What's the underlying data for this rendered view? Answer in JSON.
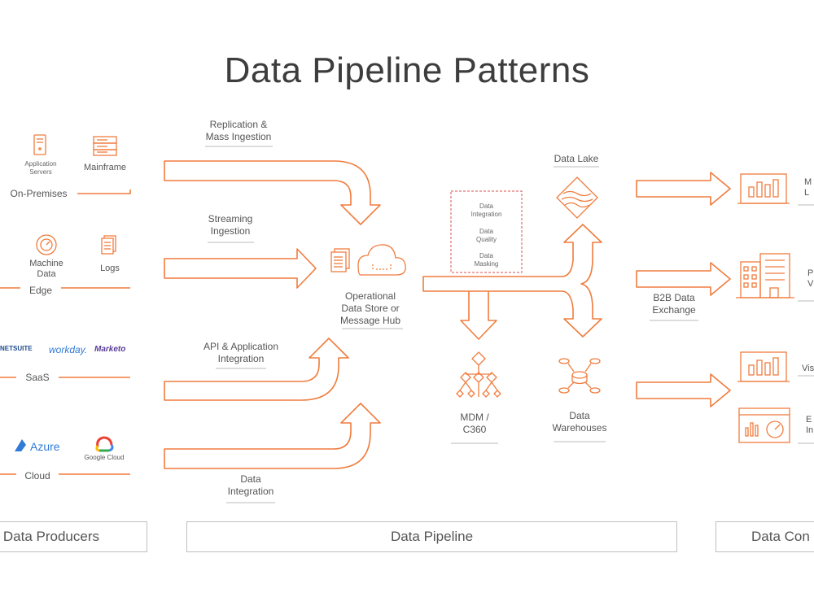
{
  "title": "Data Pipeline Patterns",
  "producers": {
    "on_premises": {
      "label": "On-Premises",
      "items": [
        "Application\nServers",
        "Mainframe"
      ]
    },
    "edge": {
      "label": "Edge",
      "items": [
        "Machine\nData",
        "Logs"
      ]
    },
    "saas": {
      "label": "SaaS",
      "logos": [
        "NETSUITE",
        "workday.",
        "Marketo"
      ]
    },
    "cloud": {
      "label": "Cloud",
      "logos": [
        "Azure",
        "Google Cloud"
      ]
    }
  },
  "patterns": {
    "replication": "Replication &\nMass Ingestion",
    "streaming": "Streaming\nIngestion",
    "api": "API & Application\nIntegration",
    "data_integration": "Data\nIntegration"
  },
  "hub": "Operational\nData Store or\nMessage Hub",
  "processing": [
    "Data\nIntegration",
    "Data\nQuality",
    "Data\nMasking"
  ],
  "targets": {
    "data_lake": "Data Lake",
    "mdm": "MDM /\nC360",
    "warehouses": "Data\nWarehouses"
  },
  "consumers": {
    "b2b": "B2B Data\nExchange",
    "partial_1": "M\nL",
    "partial_2": "P\nV",
    "partial_3": "Vis",
    "partial_4": "E\nIn"
  },
  "footer": {
    "producers": "Data Producers",
    "pipeline": "Data Pipeline",
    "consumers": "Data Con"
  },
  "colors": {
    "accent": "#f07c3e",
    "text": "#555555",
    "border": "#bfbfbf",
    "dashed": "#d9534f"
  },
  "icons": [
    "server-icon",
    "mainframe-icon",
    "gauge-icon",
    "document-icon",
    "documents-icon",
    "cloud-icon",
    "data-lake-icon",
    "hierarchy-icon",
    "database-icon",
    "chart-monitor-icon",
    "building-icon",
    "dashboard-icon"
  ]
}
